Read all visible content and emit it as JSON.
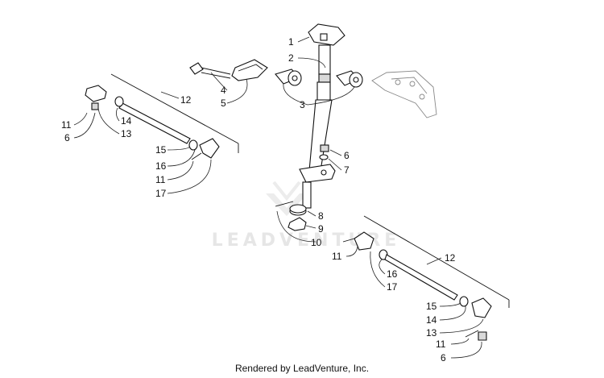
{
  "watermark": "LEADVENTURE",
  "footer": "Rendered by LeadVenture, Inc.",
  "callouts": {
    "c1": "1",
    "c2": "2",
    "c3": "3",
    "c4": "4",
    "c5": "5",
    "c6a": "6",
    "c7": "7",
    "c8": "8",
    "c9": "9",
    "c10": "10",
    "L": {
      "c11a": "11",
      "c6": "6",
      "c14": "14",
      "c13": "13",
      "c12": "12",
      "c15": "15",
      "c16": "16",
      "c11b": "11",
      "c17": "17"
    },
    "R": {
      "c11a": "11",
      "c12": "12",
      "c16": "16",
      "c17": "17",
      "c15": "15",
      "c14": "14",
      "c13": "13",
      "c11b": "11",
      "c6": "6"
    }
  }
}
